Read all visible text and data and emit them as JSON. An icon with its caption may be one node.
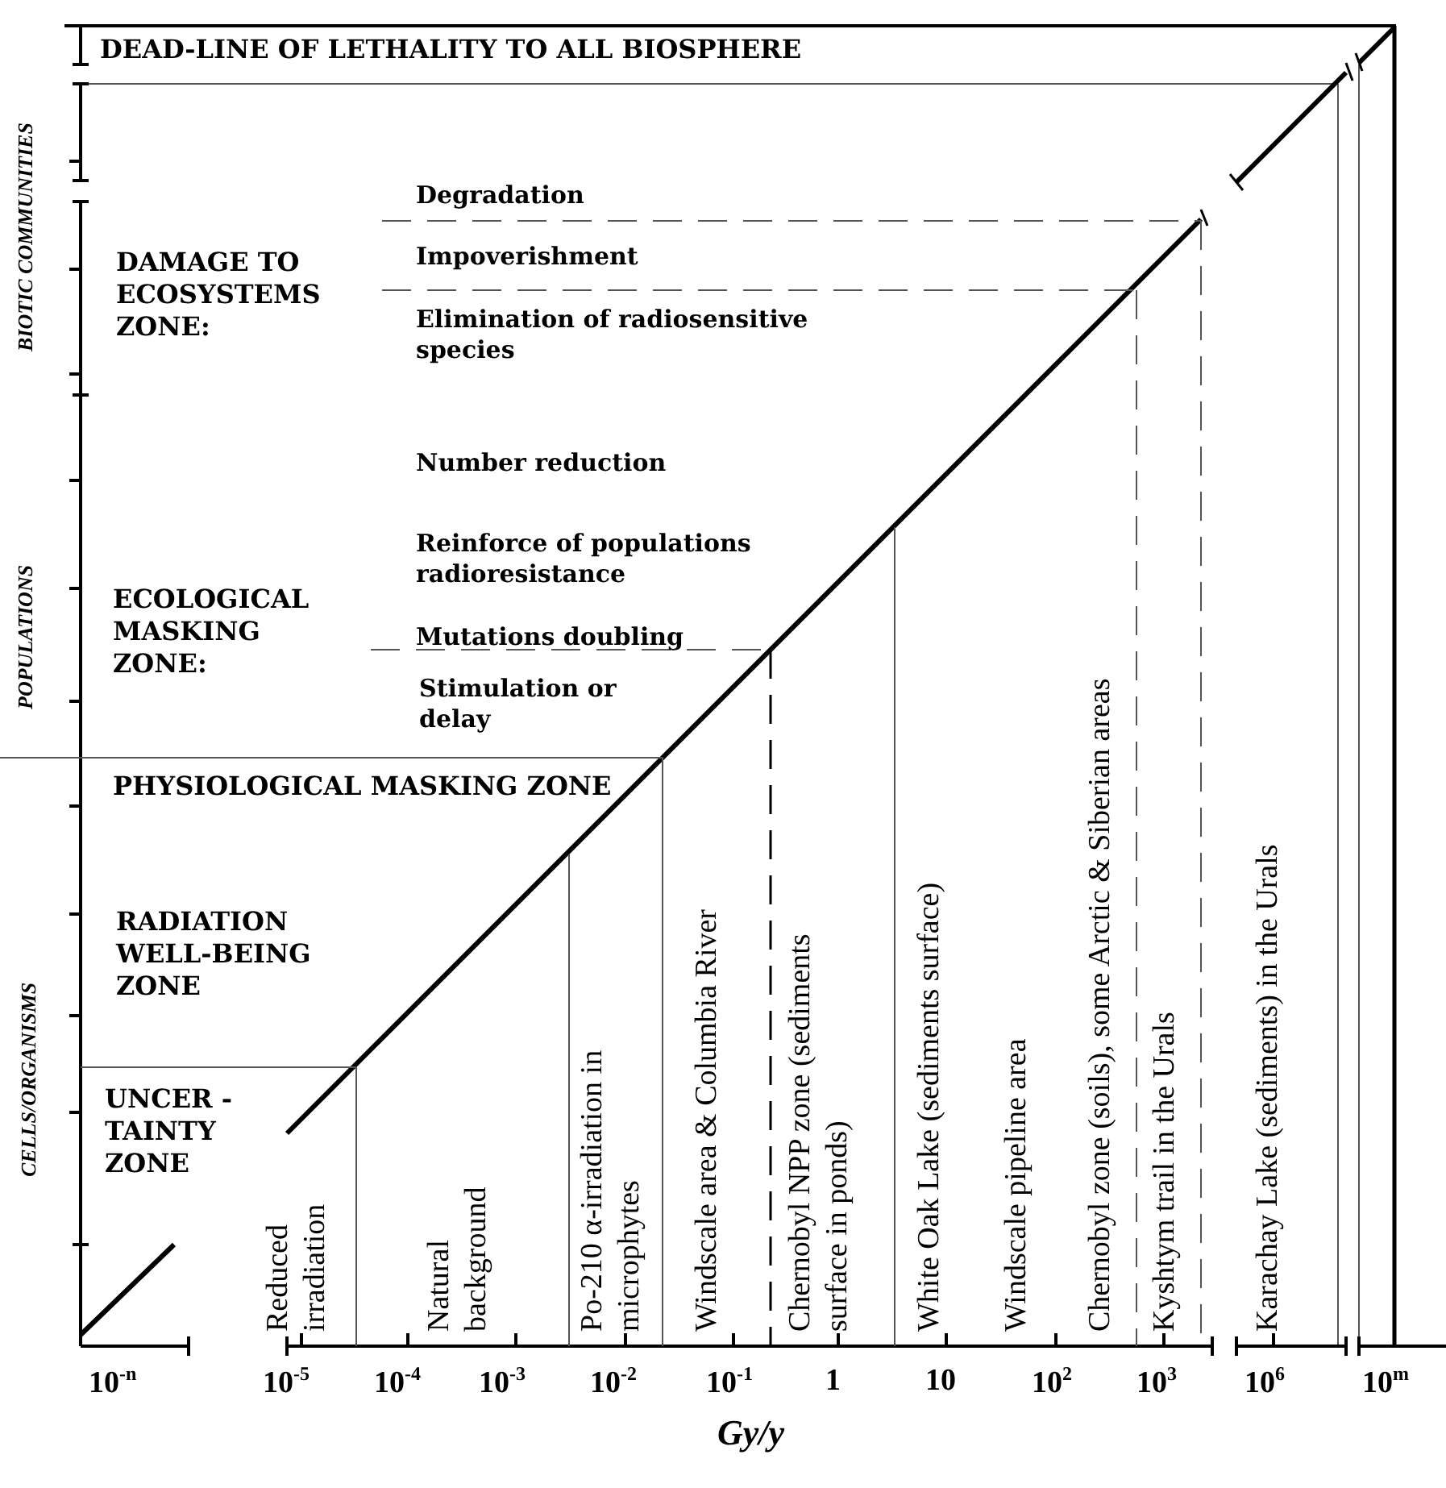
{
  "diagram": {
    "labels": [
      "DEAD-LINE OF LETHALITY TO ALL BIOSPHERE",
      "BIOTIC COMMUNITIES",
      "Degradation",
      "DAMAGE TO ECOSYSTEMS ZONE:",
      "Impoverishment",
      "Elimination of radiosensitive species",
      "Number reduction",
      "POPULATIONS",
      "Reinforce of populations radioresistance",
      "ECOLOGICAL MASKING ZONE:",
      "Mutations doubling",
      "Stimulation or delay",
      "PHYSIOLOGICAL MASKING ZONE",
      "RADIATION WELL-BEING ZONE",
      "CELLS/ORGANISMS",
      "UNCER - TAINTY ZONE",
      "Reduced irradiation",
      "Natural background",
      "Po-210 α-irradiation in microphytes",
      "Windscale area & Columbia River",
      "Chernobyl NPP zone (sediments surface in ponds)",
      "White Oak Lake (sediments surface)",
      "Windscale pipeline area",
      "Chernobyl zone (soils), some Arctic & Siberian areas",
      "Kyshtym trail in the Urals",
      "Karachay Lake (sediments) in the Urals",
      "10$^{-n}$",
      "10$^{-5}$",
      "10$^{-4}$",
      "10$^{-3}$",
      "10$^{-2}$",
      "10$^{-1}$",
      "1",
      "10",
      "10$^{2}$",
      "10$^{3}$",
      "10$^{6}$",
      "10$^{m}$",
      "Gy/y"
    ]
  }
}
